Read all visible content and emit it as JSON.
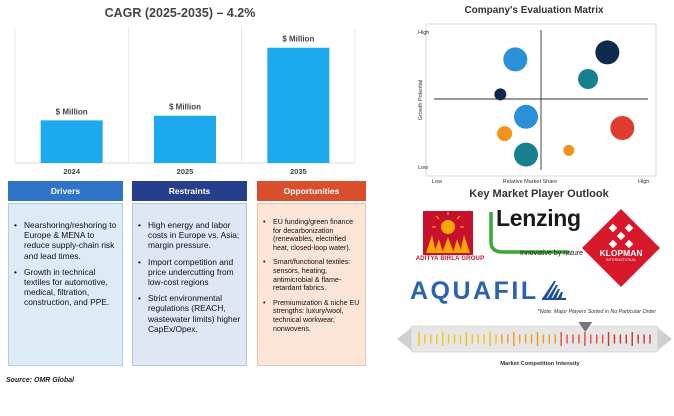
{
  "colors": {
    "bar": "#1da9ee",
    "drivers": "#2f74c6",
    "restraints": "#253f8d",
    "opportunities": "#d94f2b",
    "bubble_navy": "#0f2a4f",
    "bubble_blue": "#2a90d8",
    "bubble_teal": "#17808e",
    "bubble_orange": "#f4921e",
    "bubble_red": "#e23b2e"
  },
  "chart_data": [
    {
      "type": "bar",
      "title": "CAGR (2025-2035) – 4.2%",
      "categories": [
        "2024",
        "2025",
        "2035"
      ],
      "values": [
        37,
        41,
        100
      ],
      "value_labels": [
        "$ Million",
        "$ Million",
        "$ Million"
      ],
      "xlabel": "",
      "ylabel": "",
      "ylim": [
        0,
        118
      ],
      "grid": "vertical"
    },
    {
      "type": "scatter",
      "title": "Company's Evaluation Matrix",
      "xlabel": "Relative Market Share",
      "ylabel": "Growth Potential",
      "x_ticks": [
        "Low",
        "High"
      ],
      "y_ticks": [
        "High",
        "Low"
      ],
      "xlim": [
        0,
        100
      ],
      "ylim": [
        0,
        100
      ],
      "points": [
        {
          "x": 38,
          "y": 79,
          "size": 24,
          "color": "bubble_blue"
        },
        {
          "x": 31,
          "y": 54,
          "size": 12,
          "color": "bubble_navy"
        },
        {
          "x": 81,
          "y": 84,
          "size": 24,
          "color": "bubble_navy"
        },
        {
          "x": 72,
          "y": 65,
          "size": 20,
          "color": "bubble_teal"
        },
        {
          "x": 43,
          "y": 38,
          "size": 24,
          "color": "bubble_blue"
        },
        {
          "x": 33,
          "y": 26,
          "size": 15,
          "color": "bubble_orange"
        },
        {
          "x": 88,
          "y": 30,
          "size": 24,
          "color": "bubble_red"
        },
        {
          "x": 43,
          "y": 11,
          "size": 24,
          "color": "bubble_teal"
        },
        {
          "x": 63,
          "y": 14,
          "size": 11,
          "color": "bubble_orange"
        }
      ]
    }
  ],
  "drivers": {
    "header": "Drivers",
    "items": [
      "Nearshoring/reshoring to Europe & MENA to reduce supply-chain risk and lead times.",
      "Growth in technical textiles for automotive, medical, filtration, construction, and PPE."
    ]
  },
  "restraints": {
    "header": "Restraints",
    "items": [
      "High energy and labor costs in Europe vs. Asia; margin pressure.",
      "Import competition and price undercutting from low-cost regions",
      "Strict environmental regulations (REACH, wastewater limits) higher CapEx/Opex."
    ]
  },
  "opportunities": {
    "header": "Opportunities",
    "items": [
      "EU funding/green finance for decarbonization (renewables, electrified heat, closed-loop water).",
      "Smart/functional textiles: sensors, heating, antimicrobial & flame-retardant fabrics.",
      "Premiumization & niche EU strengths: luxury/wool, technical workwear, nonwovens."
    ]
  },
  "source": "Source: OMR Global",
  "players": {
    "title": "Key Market Player Outlook",
    "aditya": "ADITYA BIRLA GROUP",
    "lenzing": "Lenzing",
    "lenzing_tagline": "Innovative by nature",
    "klopman": "KLOPMAN",
    "klopman_sub": "INTERNATIONAL",
    "aquafil": "AQUAFIL",
    "note": "*Note: Major Players Sorted in No Particular Order"
  },
  "intensity": {
    "label": "Market Competition Intensity",
    "level": 0.72
  }
}
